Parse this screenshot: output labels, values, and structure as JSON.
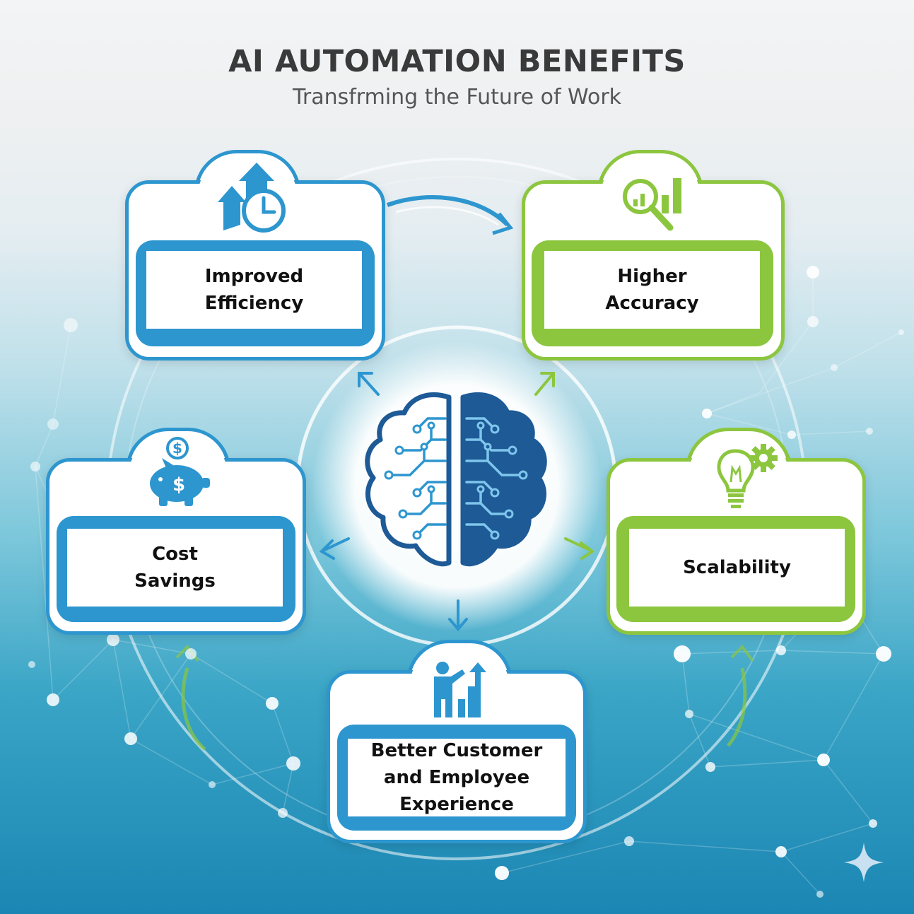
{
  "header": {
    "title": "AI AUTOMATION BENEFITS",
    "subtitle": "Transfrming the Future of Work"
  },
  "benefits": [
    {
      "label": "Improved\nEfficiency",
      "icon": "arrows-clock-icon",
      "color": "#2d96cf"
    },
    {
      "label": "Higher\nAccuracy",
      "icon": "chart-magnifier-icon",
      "color": "#8cc63f"
    },
    {
      "label": "Cost\nSavings",
      "icon": "piggy-bank-icon",
      "color": "#2d96cf"
    },
    {
      "label": "Scalability",
      "icon": "lightbulb-gear-icon",
      "color": "#8cc63f"
    },
    {
      "label": "Better Customer\nand Employee\nExperience",
      "icon": "person-growth-chart-icon",
      "color": "#2d96cf"
    }
  ],
  "center": {
    "icon": "circuit-brain-icon"
  },
  "colors": {
    "blue": "#2d96cf",
    "green": "#8cc63f",
    "dark_blue": "#1d5a96",
    "title": "#3a3a3a"
  }
}
